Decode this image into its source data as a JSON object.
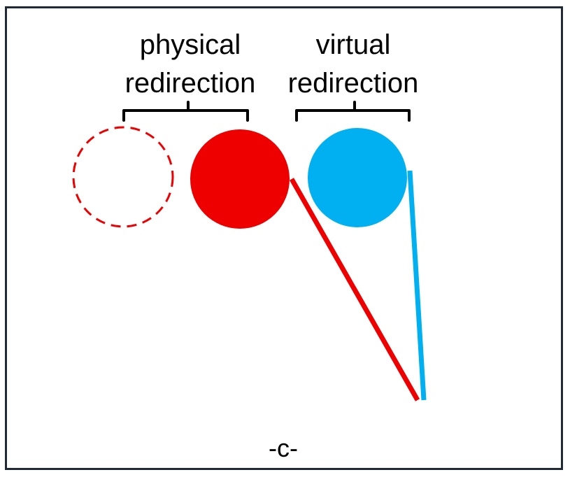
{
  "labels": {
    "physical": [
      "physical",
      "redirection"
    ],
    "virtual": [
      "virtual",
      "redirection"
    ],
    "caption": "-c-"
  },
  "colors": {
    "physical": "#ee0000",
    "virtual": "#00b0f0",
    "frame": "#1f2a36"
  }
}
